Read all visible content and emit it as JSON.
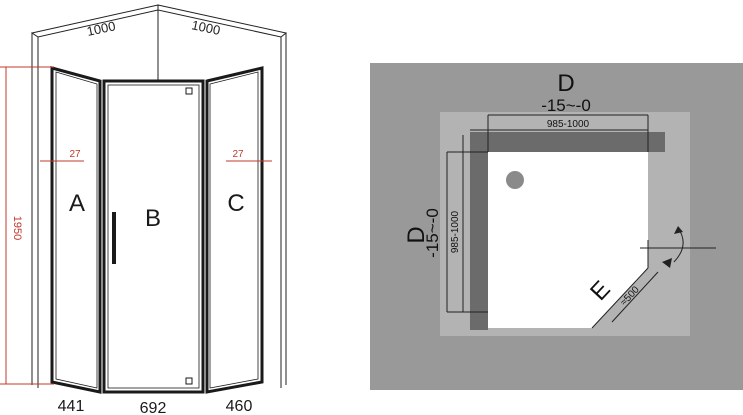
{
  "elevation": {
    "top_dims": {
      "left": "1000",
      "right": "1000"
    },
    "height_dim": "1950",
    "side_gap_left": "27",
    "side_gap_right": "27",
    "panels": {
      "left": "A",
      "center": "B",
      "right": "C"
    },
    "bottom_dims": {
      "left": "441",
      "center": "692",
      "right": "460"
    },
    "colors": {
      "dimension_red": "#c0392b",
      "frame": "#1a1a1a"
    }
  },
  "plan": {
    "top_side": {
      "letter": "D",
      "tolerance": "-15~-0",
      "range": "985-1000"
    },
    "left_side": {
      "letter": "D",
      "tolerance": "-15~-0",
      "range": "985-1000"
    },
    "diagonal": {
      "letter": "E",
      "value": "≈500"
    },
    "colors": {
      "background": "#999999",
      "wall": "#6b6b6b",
      "tray": "#ffffff"
    }
  }
}
